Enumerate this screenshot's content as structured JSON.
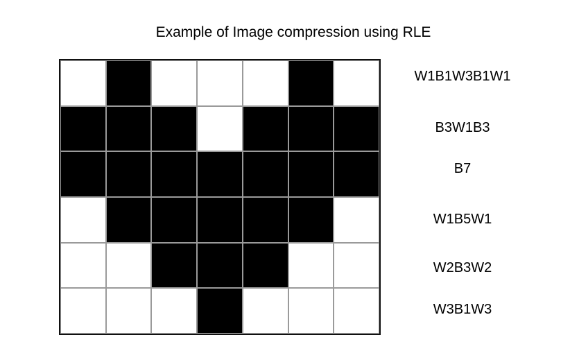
{
  "title": "Example of Image compression using RLE",
  "colors": {
    "black": "#000000",
    "white": "#ffffff",
    "grid_line": "#9a9a9a"
  },
  "grid": {
    "rows": [
      [
        "W",
        "B",
        "W",
        "W",
        "W",
        "B",
        "W"
      ],
      [
        "B",
        "B",
        "B",
        "W",
        "B",
        "B",
        "B"
      ],
      [
        "B",
        "B",
        "B",
        "B",
        "B",
        "B",
        "B"
      ],
      [
        "W",
        "B",
        "B",
        "B",
        "B",
        "B",
        "W"
      ],
      [
        "W",
        "W",
        "B",
        "B",
        "B",
        "W",
        "W"
      ],
      [
        "W",
        "W",
        "W",
        "B",
        "W",
        "W",
        "W"
      ]
    ]
  },
  "rle_codes": [
    "W1B1W3B1W1",
    "B3W1B3",
    "B7",
    "W1B5W1",
    "W2B3W2",
    "W3B1W3"
  ]
}
